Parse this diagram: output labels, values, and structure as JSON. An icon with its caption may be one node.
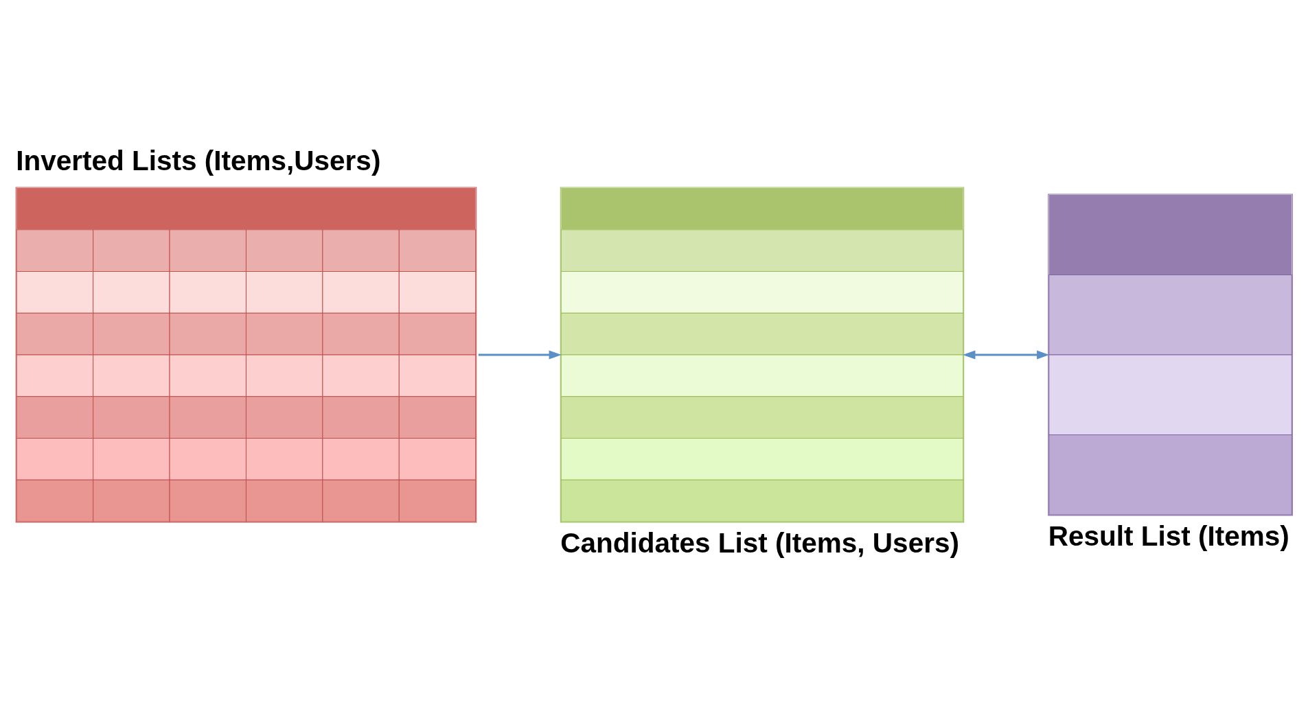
{
  "diagram": {
    "nodes": [
      {
        "text": [
          "Inverted Lists (Items,Users)"
        ]
      },
      {
        "text": [
          "Candidates List (Items, Users)"
        ]
      },
      {
        "text": [
          "Result List (Items)"
        ]
      }
    ],
    "edges": [
      {
        "from": 0,
        "to": 1,
        "arrow": "to"
      },
      {
        "from": 1,
        "to": 2,
        "arrow": "both"
      }
    ]
  }
}
